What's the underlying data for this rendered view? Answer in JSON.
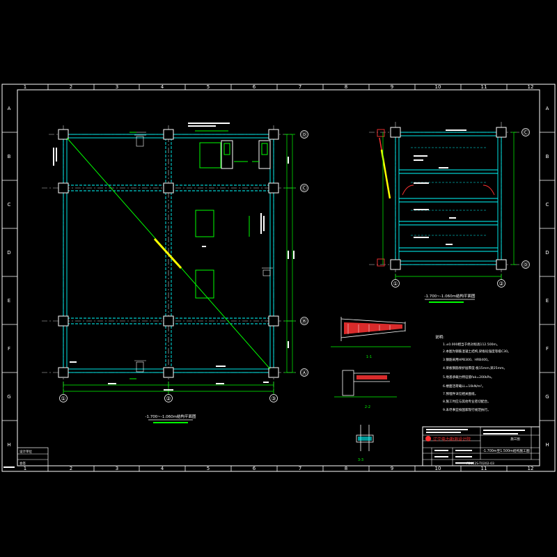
{
  "border": {
    "col_labels": [
      "1",
      "2",
      "3",
      "4",
      "5",
      "6",
      "7",
      "8",
      "9",
      "10",
      "11",
      "12"
    ],
    "row_labels": [
      "A",
      "B",
      "C",
      "D",
      "E",
      "F",
      "G",
      "H"
    ]
  },
  "main_plan": {
    "axis_numbers": [
      "①",
      "②",
      "③"
    ],
    "axis_letters": [
      "Ⓐ",
      "Ⓑ",
      "Ⓒ",
      "Ⓓ"
    ],
    "title": "-1.700~-1.060m结构平面图"
  },
  "right_plan": {
    "axis_numbers": [
      "①",
      "②"
    ],
    "axis_letters": [
      "Ⓒ",
      "Ⓓ"
    ],
    "title": "-1.700~-1.060m结构平面图"
  },
  "sections": {
    "s1": "1-1",
    "s2": "2-2",
    "s3": "3-3"
  },
  "notes": {
    "heading": "说明:",
    "items": [
      "1.±0.000相当于绝对标高112.500m。",
      "2.本图为钢筋混凝土结构,梁板砼强度等级C30。",
      "3.钢筋采用HPB300、HRB400。",
      "4.梁板钢筋保护层厚度:板15mm,梁25mm。",
      "5.地基承载力特征值fak=200kPa。",
      "6.楼面活荷载LL=10kN/m²。",
      "7.预埋件详见相关图纸。",
      "8.施工时应与其他专业密切配合。",
      "9.未尽事宜按国家现行规范执行。"
    ]
  },
  "title_block": {
    "company": "辽宁电力勘测设计院",
    "drawing_title": "-1.700m至1.500m结构施工图",
    "stage": "施工图",
    "drawing_number": "F2022S-T0202-03"
  },
  "left_stamp": {
    "line1": "设计单位",
    "line2": "会签"
  },
  "colors": {
    "frame": "#ffffff",
    "beam": "#00ffff",
    "diagonal": "#00ff00",
    "annotation": "#ffff00",
    "accent": "#ff3333"
  }
}
